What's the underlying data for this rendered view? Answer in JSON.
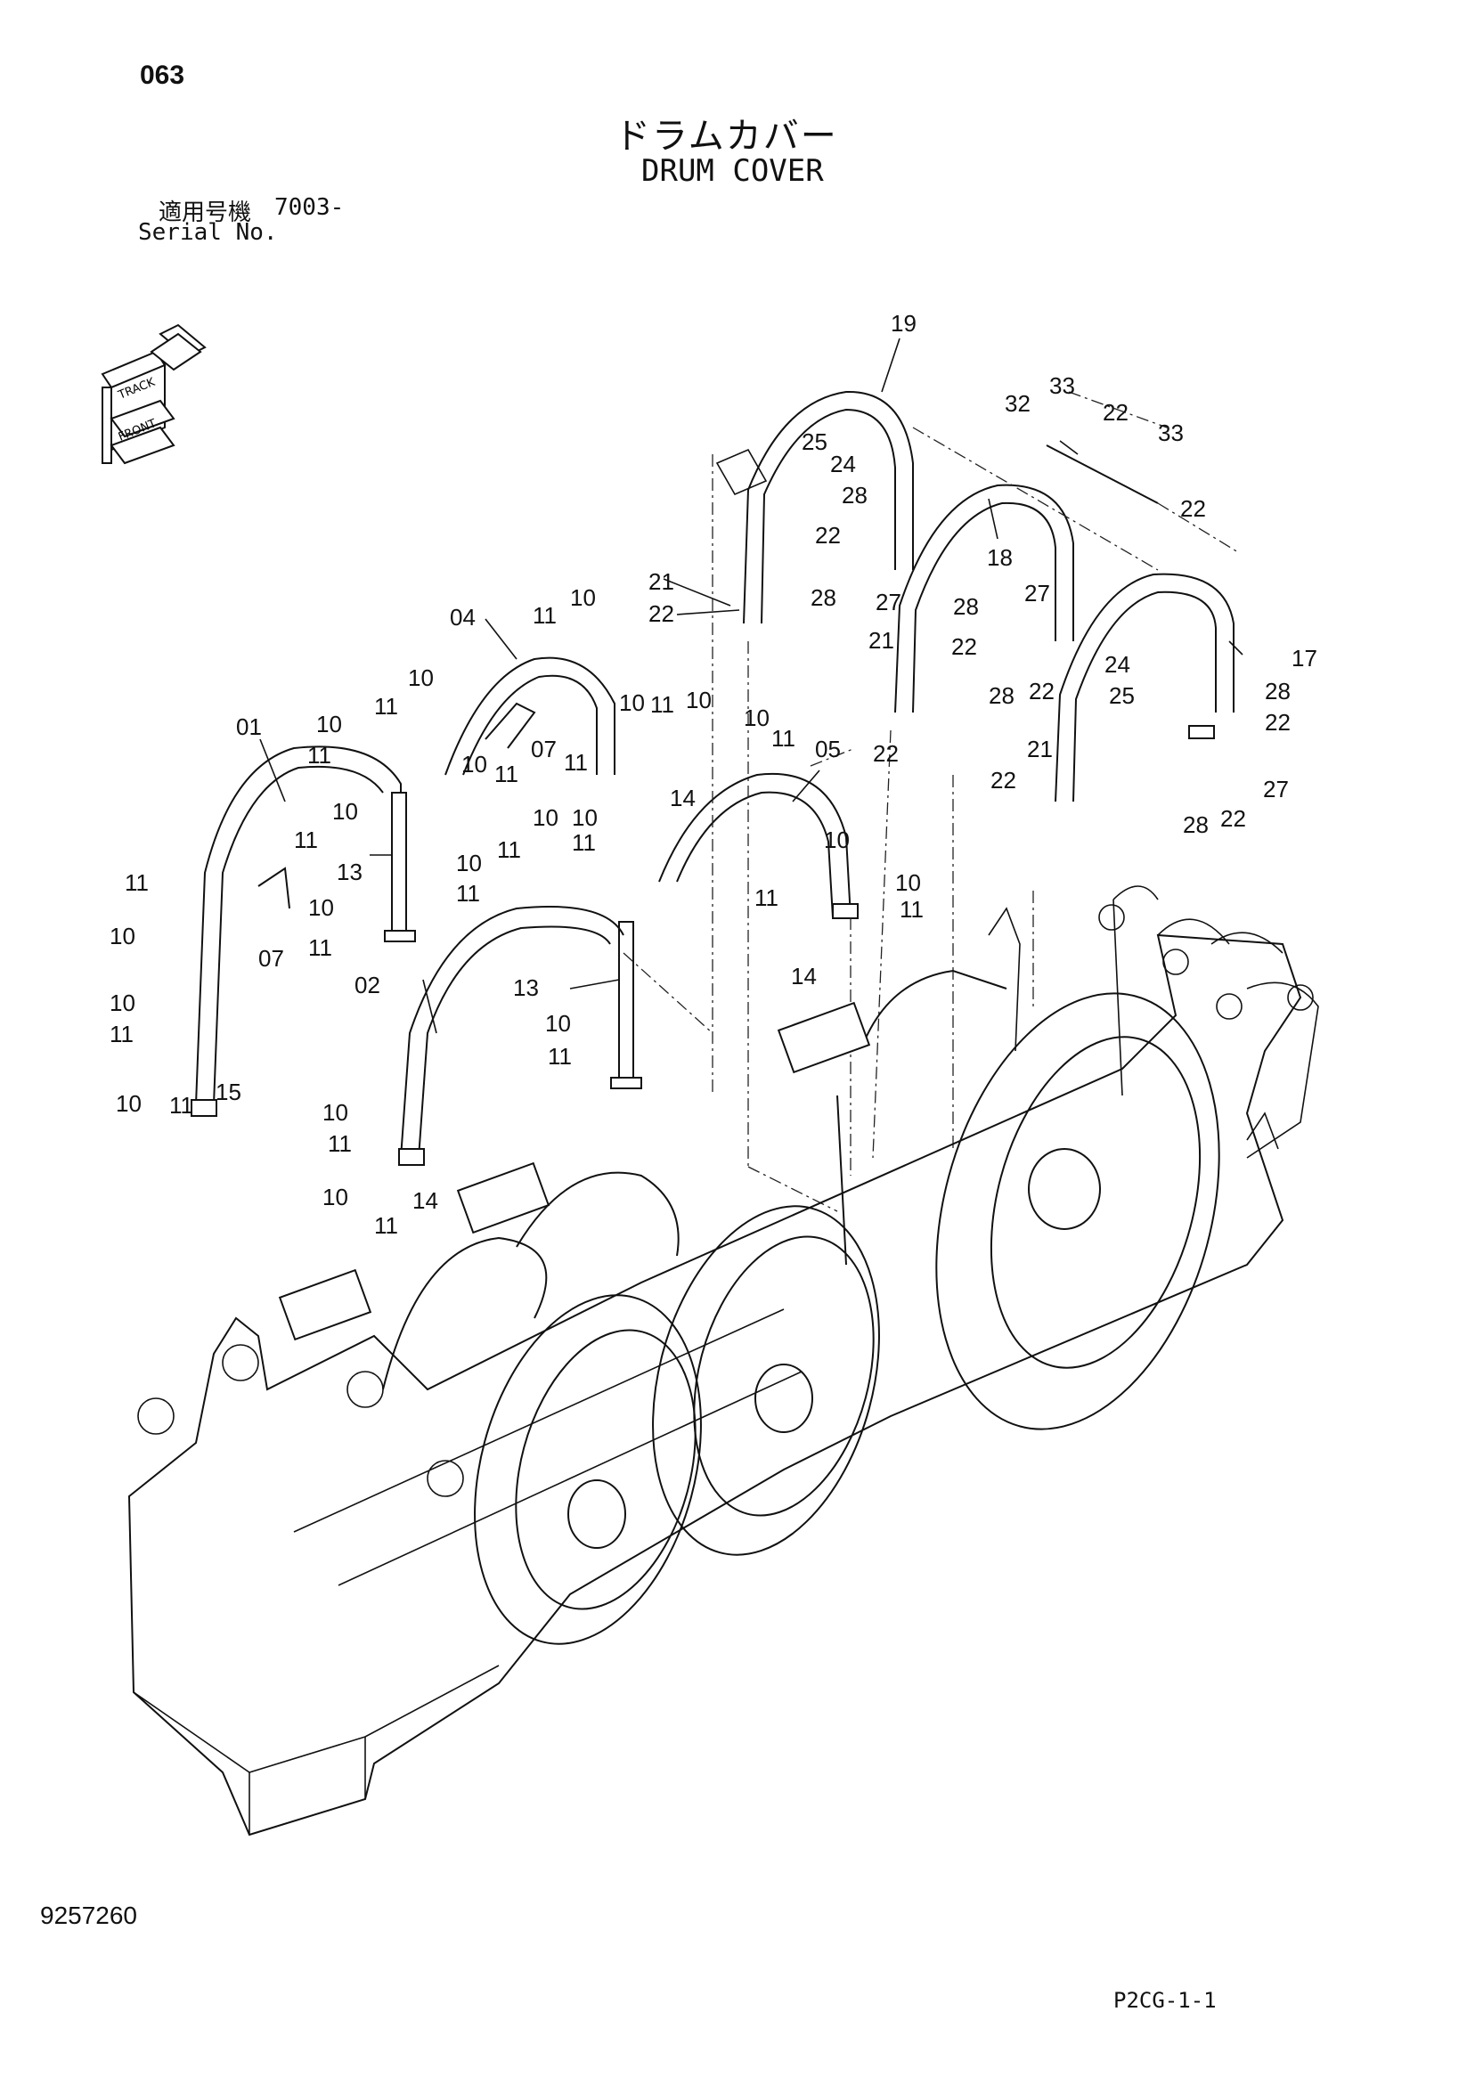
{
  "page_number": "063",
  "title_jp": "ドラムカバー",
  "title_en": "DRUM COVER",
  "serial": {
    "label_jp": "適用号機",
    "value": "7003-",
    "label_en": "Serial No."
  },
  "document_number": "9257260",
  "page_code": "P2CG-1-1",
  "orientation_icon_text": [
    "TRACK",
    "FRONT"
  ],
  "part_labels": [
    "01",
    "02",
    "04",
    "05",
    "07",
    "10",
    "11",
    "13",
    "14",
    "15",
    "17",
    "18",
    "19",
    "21",
    "22",
    "24",
    "25",
    "27",
    "28",
    "32",
    "33"
  ]
}
